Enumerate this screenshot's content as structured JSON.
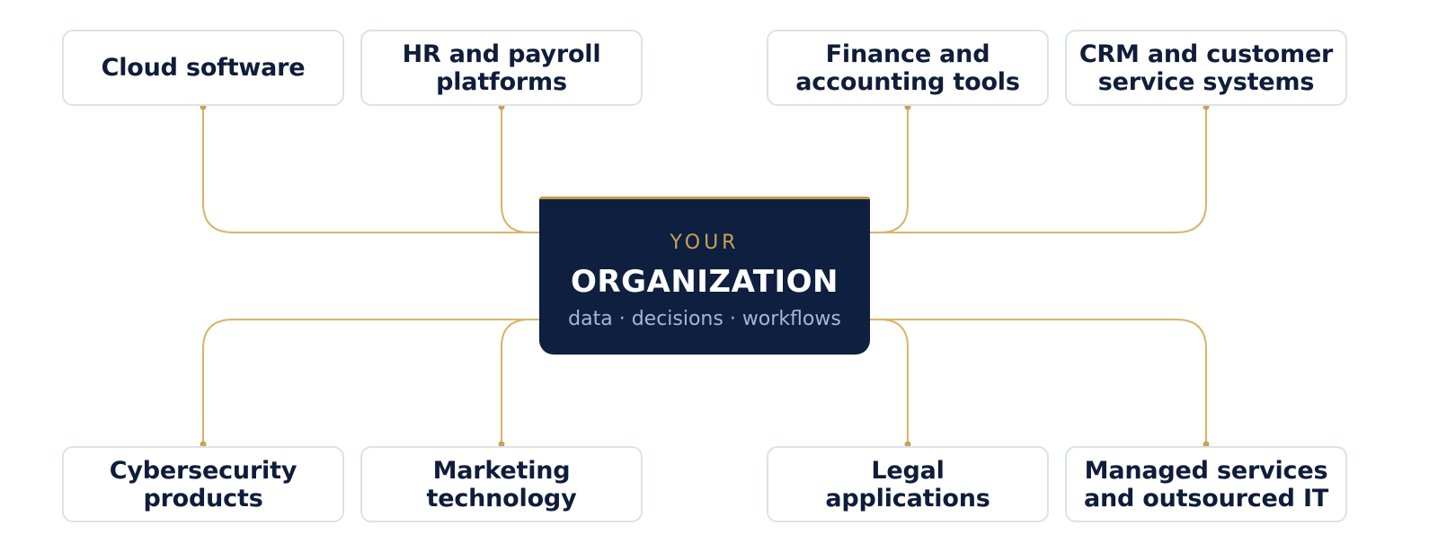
{
  "hub": {
    "eyebrow": "YOUR",
    "title": "ORGANIZATION",
    "subtitle": "data · decisions · workflows"
  },
  "top_nodes": [
    {
      "lines": [
        "Cloud software"
      ]
    },
    {
      "lines": [
        "HR and payroll",
        "platforms"
      ]
    },
    {
      "lines": [
        "Finance and",
        "accounting tools"
      ]
    },
    {
      "lines": [
        "CRM and customer",
        "service systems"
      ]
    }
  ],
  "bottom_nodes": [
    {
      "lines": [
        "Cybersecurity",
        "products"
      ]
    },
    {
      "lines": [
        "Marketing",
        "technology"
      ]
    },
    {
      "lines": [
        "Legal",
        "applications"
      ]
    },
    {
      "lines": [
        "Managed services",
        "and outsourced IT"
      ]
    }
  ],
  "colors": {
    "connector": "#d9b46a",
    "hub_background": "#0e1f3f",
    "hub_accent": "#c19a4a",
    "node_border": "#dde1ea",
    "node_text": "#0f1d3a"
  }
}
